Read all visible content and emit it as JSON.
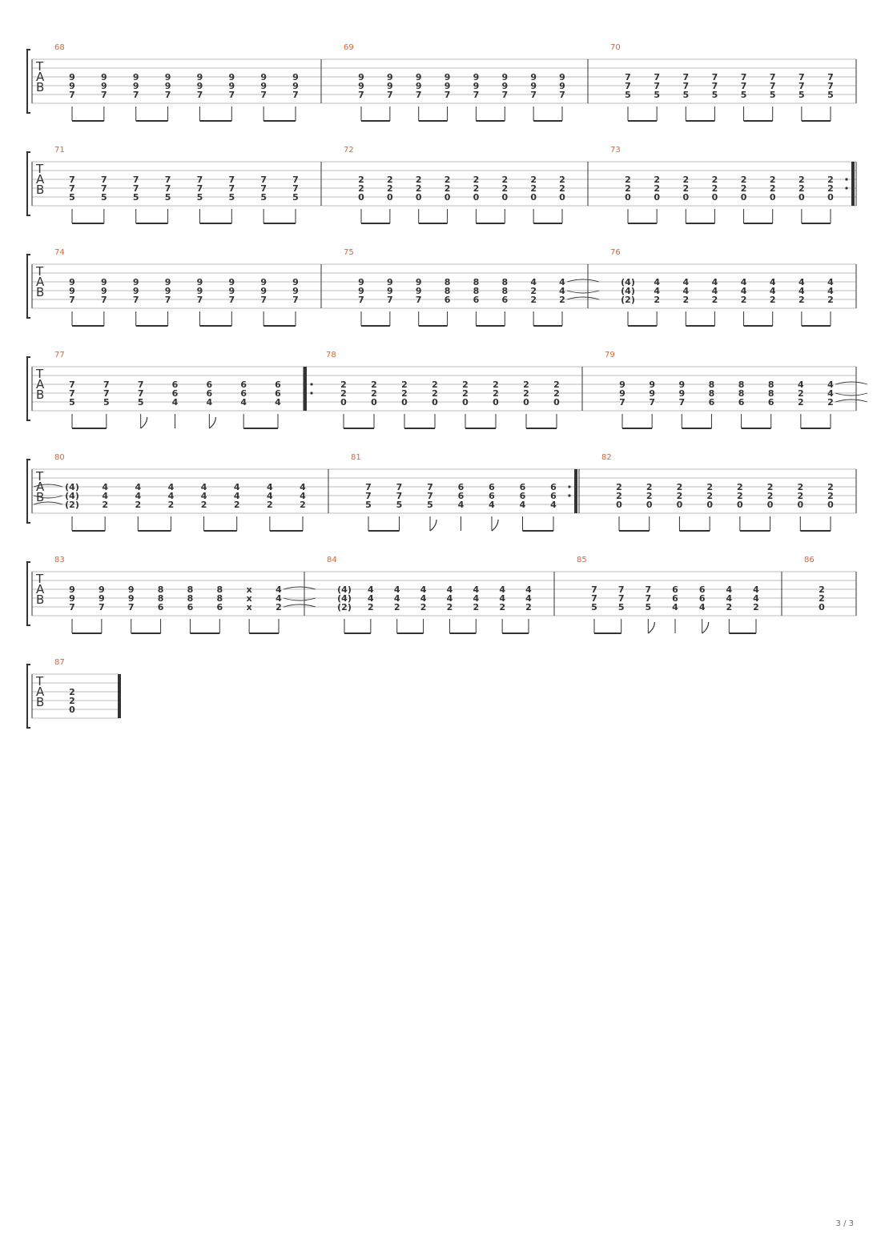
{
  "tab_letters": [
    "T",
    "A",
    "B"
  ],
  "page_number": "3 / 3",
  "colors": {
    "measure_number": "#e8602c",
    "ink": "#333333",
    "staff_line": "#bbbbbb"
  },
  "systems": [
    {
      "measures": [
        {
          "number": "68",
          "chords": [
            [
              "9",
              "9",
              "7"
            ],
            [
              "9",
              "9",
              "7"
            ],
            [
              "9",
              "9",
              "7"
            ],
            [
              "9",
              "9",
              "7"
            ],
            [
              "9",
              "9",
              "7"
            ],
            [
              "9",
              "9",
              "7"
            ],
            [
              "9",
              "9",
              "7"
            ],
            [
              "9",
              "9",
              "7"
            ]
          ],
          "beams": [
            [
              0,
              1
            ],
            [
              2,
              3
            ],
            [
              4,
              5
            ],
            [
              6,
              7
            ]
          ]
        },
        {
          "number": "69",
          "chords": [
            [
              "9",
              "9",
              "7"
            ],
            [
              "9",
              "9",
              "7"
            ],
            [
              "9",
              "9",
              "7"
            ],
            [
              "9",
              "9",
              "7"
            ],
            [
              "9",
              "9",
              "7"
            ],
            [
              "9",
              "9",
              "7"
            ],
            [
              "9",
              "9",
              "7"
            ],
            [
              "9",
              "9",
              "7"
            ]
          ],
          "beams": [
            [
              0,
              1
            ],
            [
              2,
              3
            ],
            [
              4,
              5
            ],
            [
              6,
              7
            ]
          ]
        },
        {
          "number": "70",
          "chords": [
            [
              "7",
              "7",
              "5"
            ],
            [
              "7",
              "7",
              "5"
            ],
            [
              "7",
              "7",
              "5"
            ],
            [
              "7",
              "7",
              "5"
            ],
            [
              "7",
              "7",
              "5"
            ],
            [
              "7",
              "7",
              "5"
            ],
            [
              "7",
              "7",
              "5"
            ],
            [
              "7",
              "7",
              "5"
            ]
          ],
          "beams": [
            [
              0,
              1
            ],
            [
              2,
              3
            ],
            [
              4,
              5
            ],
            [
              6,
              7
            ]
          ]
        }
      ]
    },
    {
      "measures": [
        {
          "number": "71",
          "chords": [
            [
              "7",
              "7",
              "5"
            ],
            [
              "7",
              "7",
              "5"
            ],
            [
              "7",
              "7",
              "5"
            ],
            [
              "7",
              "7",
              "5"
            ],
            [
              "7",
              "7",
              "5"
            ],
            [
              "7",
              "7",
              "5"
            ],
            [
              "7",
              "7",
              "5"
            ],
            [
              "7",
              "7",
              "5"
            ]
          ],
          "beams": [
            [
              0,
              1
            ],
            [
              2,
              3
            ],
            [
              4,
              5
            ],
            [
              6,
              7
            ]
          ]
        },
        {
          "number": "72",
          "chords": [
            [
              "2",
              "2",
              "0"
            ],
            [
              "2",
              "2",
              "0"
            ],
            [
              "2",
              "2",
              "0"
            ],
            [
              "2",
              "2",
              "0"
            ],
            [
              "2",
              "2",
              "0"
            ],
            [
              "2",
              "2",
              "0"
            ],
            [
              "2",
              "2",
              "0"
            ],
            [
              "2",
              "2",
              "0"
            ]
          ],
          "beams": [
            [
              0,
              1
            ],
            [
              2,
              3
            ],
            [
              4,
              5
            ],
            [
              6,
              7
            ]
          ]
        },
        {
          "number": "73",
          "chords": [
            [
              "2",
              "2",
              "0"
            ],
            [
              "2",
              "2",
              "0"
            ],
            [
              "2",
              "2",
              "0"
            ],
            [
              "2",
              "2",
              "0"
            ],
            [
              "2",
              "2",
              "0"
            ],
            [
              "2",
              "2",
              "0"
            ],
            [
              "2",
              "2",
              "0"
            ],
            [
              "2",
              "2",
              "0"
            ]
          ],
          "beams": [
            [
              0,
              1
            ],
            [
              2,
              3
            ],
            [
              4,
              5
            ],
            [
              6,
              7
            ]
          ],
          "repeat_end": true
        }
      ]
    },
    {
      "measures": [
        {
          "number": "74",
          "chords": [
            [
              "9",
              "9",
              "7"
            ],
            [
              "9",
              "9",
              "7"
            ],
            [
              "9",
              "9",
              "7"
            ],
            [
              "9",
              "9",
              "7"
            ],
            [
              "9",
              "9",
              "7"
            ],
            [
              "9",
              "9",
              "7"
            ],
            [
              "9",
              "9",
              "7"
            ],
            [
              "9",
              "9",
              "7"
            ]
          ],
          "beams": [
            [
              0,
              1
            ],
            [
              2,
              3
            ],
            [
              4,
              5
            ],
            [
              6,
              7
            ]
          ]
        },
        {
          "number": "75",
          "chords": [
            [
              "9",
              "9",
              "7"
            ],
            [
              "9",
              "9",
              "7"
            ],
            [
              "9",
              "9",
              "7"
            ],
            [
              "8",
              "8",
              "6"
            ],
            [
              "8",
              "8",
              "6"
            ],
            [
              "8",
              "8",
              "6"
            ],
            [
              "4",
              "2",
              "2"
            ],
            [
              "4",
              "4",
              "2"
            ]
          ],
          "beams": [
            [
              0,
              1
            ],
            [
              2,
              3
            ],
            [
              4,
              5
            ],
            [
              6,
              7
            ]
          ],
          "tie_out": true
        },
        {
          "number": "76",
          "chords": [
            [
              "(4)",
              "(4)",
              "(2)"
            ],
            [
              "4",
              "4",
              "2"
            ],
            [
              "4",
              "4",
              "2"
            ],
            [
              "4",
              "4",
              "2"
            ],
            [
              "4",
              "4",
              "2"
            ],
            [
              "4",
              "4",
              "2"
            ],
            [
              "4",
              "4",
              "2"
            ],
            [
              "4",
              "4",
              "2"
            ]
          ],
          "beams": [
            [
              0,
              1
            ],
            [
              2,
              3
            ],
            [
              4,
              5
            ],
            [
              6,
              7
            ]
          ]
        }
      ]
    },
    {
      "measures": [
        {
          "number": "77",
          "chords": [
            [
              "7",
              "7",
              "5"
            ],
            [
              "7",
              "7",
              "5"
            ],
            [
              "7",
              "7",
              "5"
            ],
            [
              "6",
              "6",
              "4"
            ],
            [
              "6",
              "6",
              "4"
            ],
            [
              "6",
              "6",
              "4"
            ],
            [
              "6",
              "6",
              "4"
            ]
          ],
          "beams": [
            [
              0,
              1
            ],
            [
              5,
              6
            ]
          ],
          "flags": [
            2,
            4
          ],
          "plain": [
            3
          ]
        },
        {
          "number": "78",
          "chords": [
            [
              "2",
              "2",
              "0"
            ],
            [
              "2",
              "2",
              "0"
            ],
            [
              "2",
              "2",
              "0"
            ],
            [
              "2",
              "2",
              "0"
            ],
            [
              "2",
              "2",
              "0"
            ],
            [
              "2",
              "2",
              "0"
            ],
            [
              "2",
              "2",
              "0"
            ],
            [
              "2",
              "2",
              "0"
            ]
          ],
          "beams": [
            [
              0,
              1
            ],
            [
              2,
              3
            ],
            [
              4,
              5
            ],
            [
              6,
              7
            ]
          ],
          "repeat_start": true
        },
        {
          "number": "79",
          "chords": [
            [
              "9",
              "9",
              "7"
            ],
            [
              "9",
              "9",
              "7"
            ],
            [
              "9",
              "9",
              "7"
            ],
            [
              "8",
              "8",
              "6"
            ],
            [
              "8",
              "8",
              "6"
            ],
            [
              "8",
              "8",
              "6"
            ],
            [
              "4",
              "2",
              "2"
            ],
            [
              "4",
              "4",
              "2"
            ]
          ],
          "beams": [
            [
              0,
              1
            ],
            [
              2,
              3
            ],
            [
              4,
              5
            ],
            [
              6,
              7
            ]
          ],
          "tie_out": true
        }
      ]
    },
    {
      "measures": [
        {
          "number": "80",
          "chords": [
            [
              "(4)",
              "(4)",
              "(2)"
            ],
            [
              "4",
              "4",
              "2"
            ],
            [
              "4",
              "4",
              "2"
            ],
            [
              "4",
              "4",
              "2"
            ],
            [
              "4",
              "4",
              "2"
            ],
            [
              "4",
              "4",
              "2"
            ],
            [
              "4",
              "4",
              "2"
            ],
            [
              "4",
              "4",
              "2"
            ]
          ],
          "beams": [
            [
              0,
              1
            ],
            [
              2,
              3
            ],
            [
              4,
              5
            ],
            [
              6,
              7
            ]
          ],
          "tie_in": true
        },
        {
          "number": "81",
          "chords": [
            [
              "7",
              "7",
              "5"
            ],
            [
              "7",
              "7",
              "5"
            ],
            [
              "7",
              "7",
              "5"
            ],
            [
              "6",
              "6",
              "4"
            ],
            [
              "6",
              "6",
              "4"
            ],
            [
              "6",
              "6",
              "4"
            ],
            [
              "6",
              "6",
              "4"
            ]
          ],
          "beams": [
            [
              0,
              1
            ],
            [
              5,
              6
            ]
          ],
          "flags": [
            2,
            4
          ],
          "plain": [
            3
          ],
          "repeat_end": true
        },
        {
          "number": "82",
          "chords": [
            [
              "2",
              "2",
              "0"
            ],
            [
              "2",
              "2",
              "0"
            ],
            [
              "2",
              "2",
              "0"
            ],
            [
              "2",
              "2",
              "0"
            ],
            [
              "2",
              "2",
              "0"
            ],
            [
              "2",
              "2",
              "0"
            ],
            [
              "2",
              "2",
              "0"
            ],
            [
              "2",
              "2",
              "0"
            ]
          ],
          "beams": [
            [
              0,
              1
            ],
            [
              2,
              3
            ],
            [
              4,
              5
            ],
            [
              6,
              7
            ]
          ]
        }
      ]
    },
    {
      "measures": [
        {
          "number": "83",
          "chords": [
            [
              "9",
              "9",
              "7"
            ],
            [
              "9",
              "9",
              "7"
            ],
            [
              "9",
              "9",
              "7"
            ],
            [
              "8",
              "8",
              "6"
            ],
            [
              "8",
              "8",
              "6"
            ],
            [
              "8",
              "8",
              "6"
            ],
            [
              "x",
              "x",
              "x"
            ],
            [
              "4",
              "4",
              "2"
            ]
          ],
          "beams": [
            [
              0,
              1
            ],
            [
              2,
              3
            ],
            [
              4,
              5
            ],
            [
              6,
              7
            ]
          ],
          "tie_out": true
        },
        {
          "number": "84",
          "chords": [
            [
              "(4)",
              "(4)",
              "(2)"
            ],
            [
              "4",
              "4",
              "2"
            ],
            [
              "4",
              "4",
              "2"
            ],
            [
              "4",
              "4",
              "2"
            ],
            [
              "4",
              "4",
              "2"
            ],
            [
              "4",
              "4",
              "2"
            ],
            [
              "4",
              "4",
              "2"
            ],
            [
              "4",
              "4",
              "2"
            ]
          ],
          "beams": [
            [
              0,
              1
            ],
            [
              2,
              3
            ],
            [
              4,
              5
            ],
            [
              6,
              7
            ]
          ]
        },
        {
          "number": "85",
          "chords": [
            [
              "7",
              "7",
              "5"
            ],
            [
              "7",
              "7",
              "5"
            ],
            [
              "7",
              "7",
              "5"
            ],
            [
              "6",
              "6",
              "4"
            ],
            [
              "6",
              "6",
              "4"
            ],
            [
              "4",
              "4",
              "2"
            ],
            [
              "4",
              "4",
              "2"
            ]
          ],
          "beams": [
            [
              0,
              1
            ],
            [
              5,
              6
            ]
          ],
          "flags": [
            2,
            4
          ],
          "plain": [
            3
          ]
        },
        {
          "number": "86",
          "chords": [
            [
              "2",
              "2",
              "0"
            ]
          ],
          "beams": []
        }
      ]
    },
    {
      "measures": [
        {
          "number": "87",
          "chords": [
            [
              "2",
              "2",
              "0"
            ]
          ],
          "beams": [],
          "final_bar": true
        }
      ]
    }
  ]
}
